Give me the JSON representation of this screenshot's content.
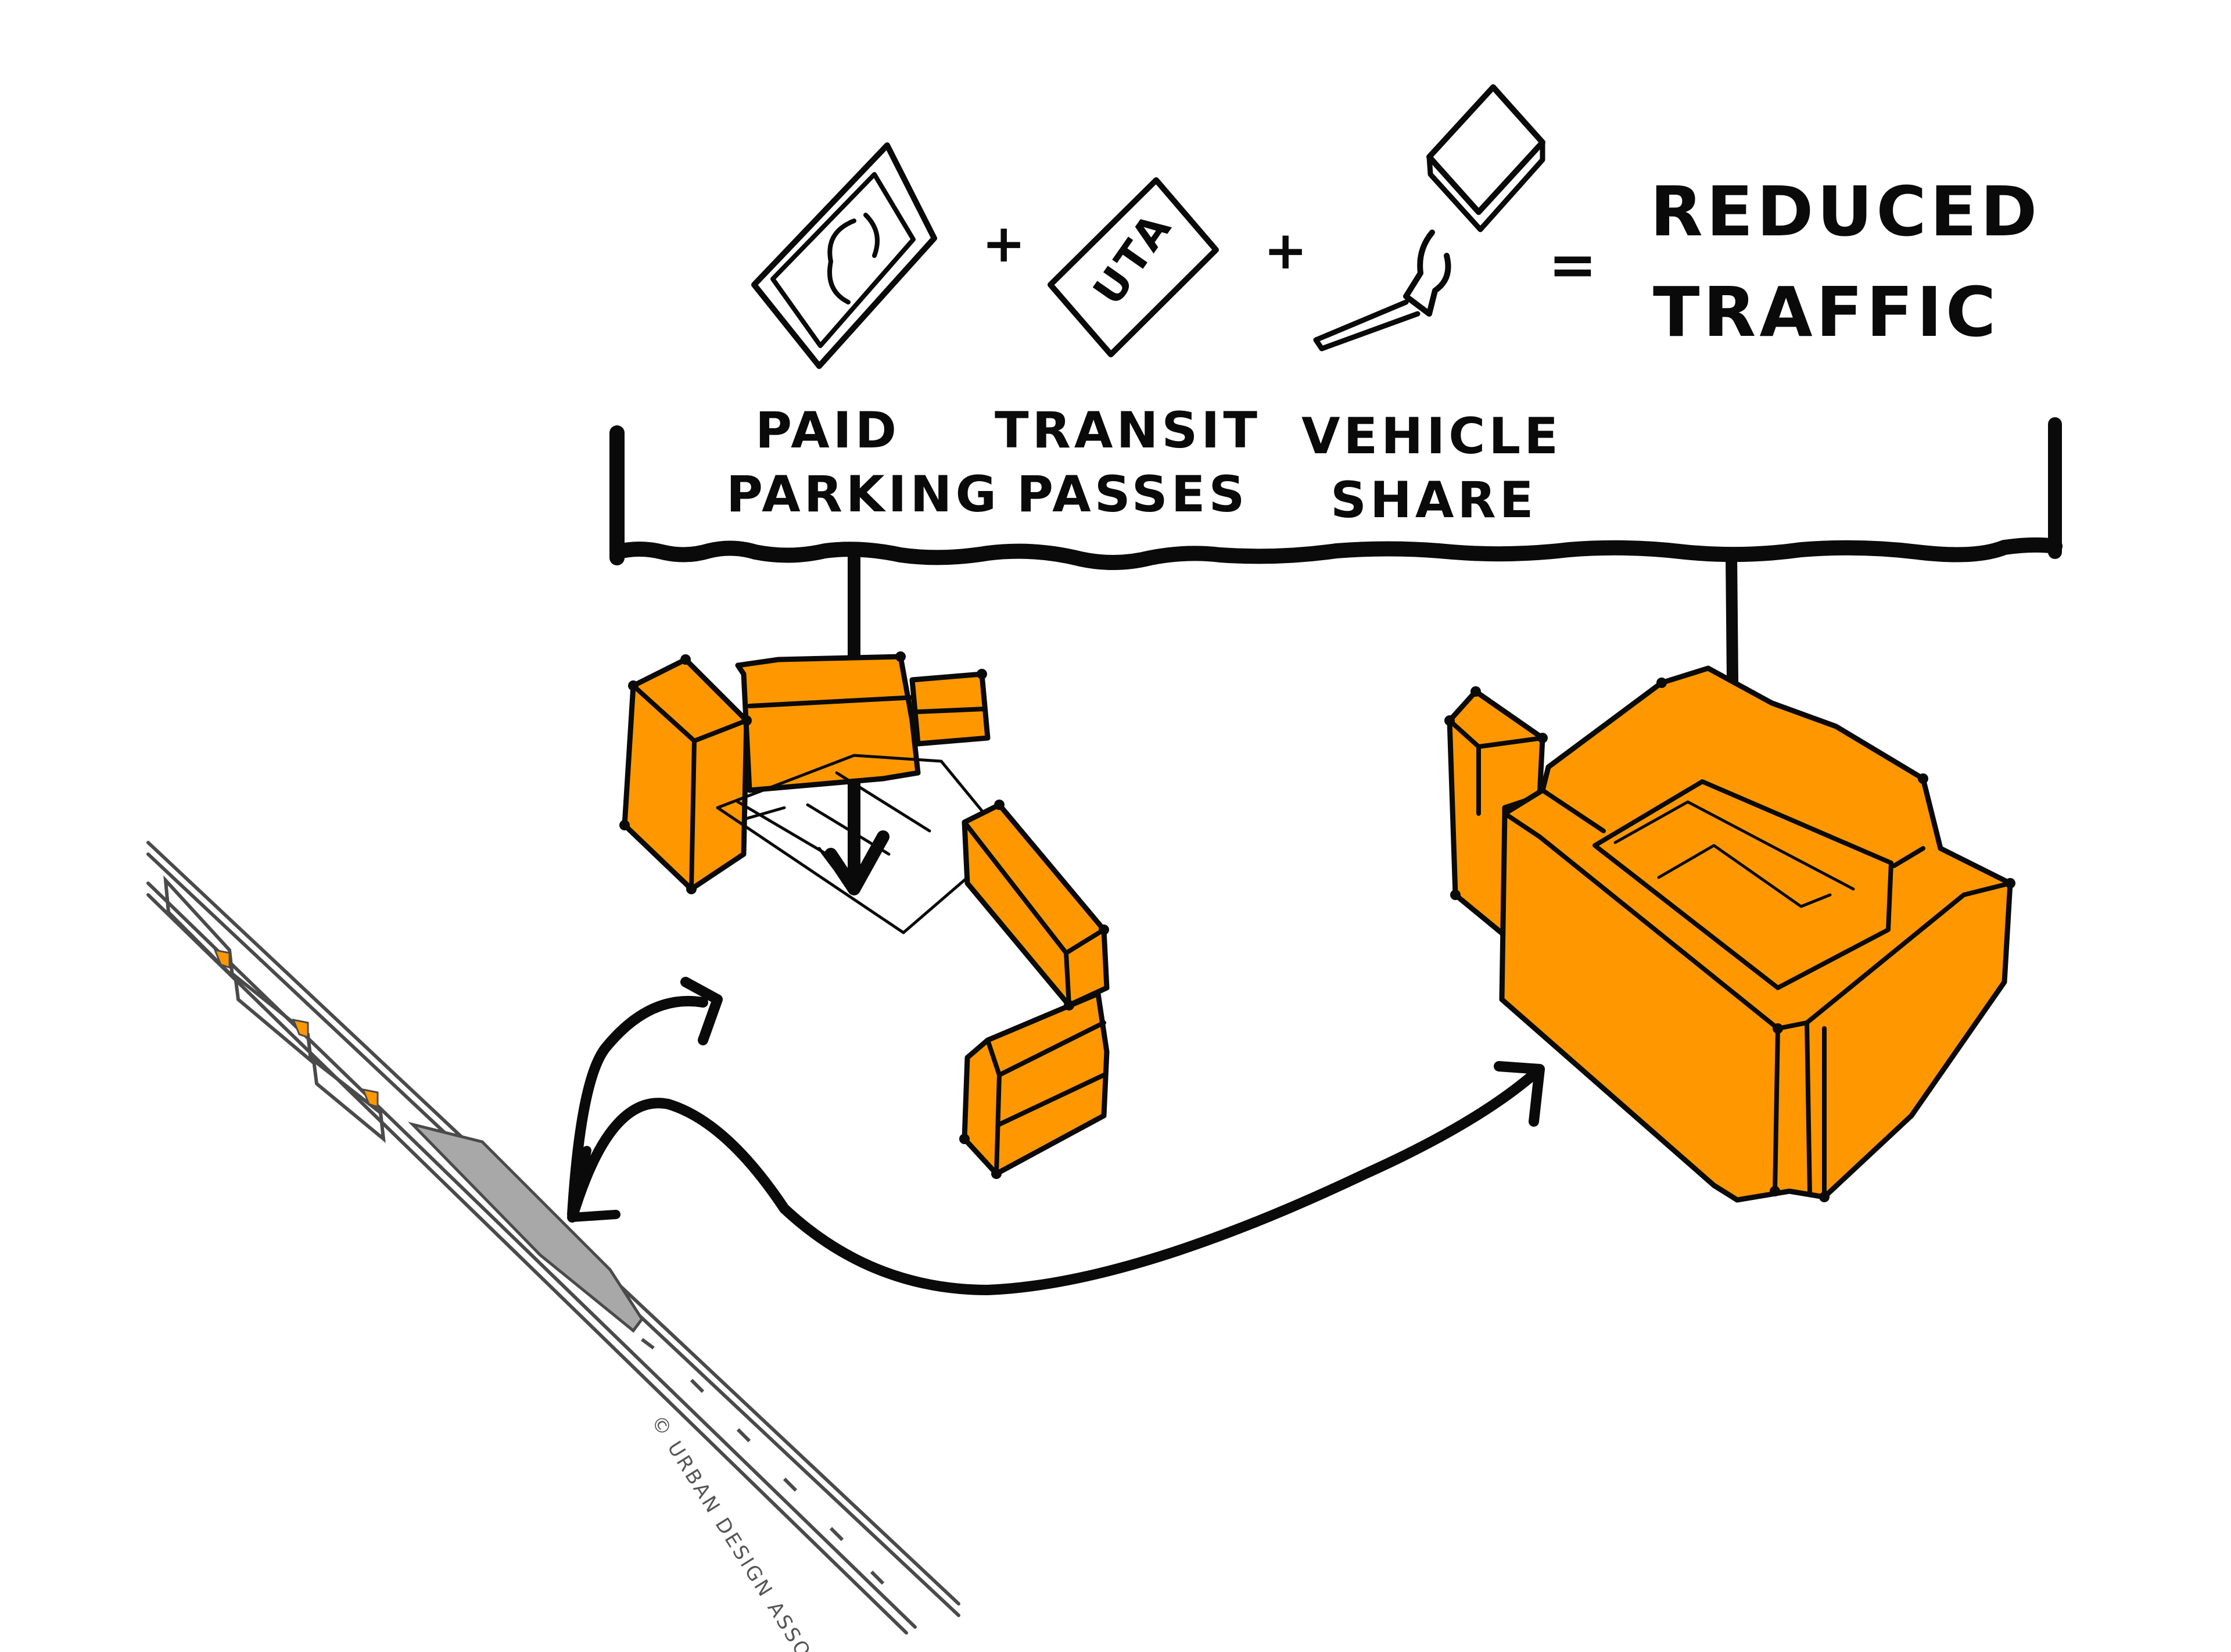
{
  "equation": {
    "terms": [
      {
        "icon": "money-bill-icon",
        "label_line1": "PAID",
        "label_line2": "PARKING"
      },
      {
        "icon": "transit-pass-icon",
        "icon_text": "UTA",
        "label_line1": "TRANSIT",
        "label_line2": "PASSES"
      },
      {
        "icon": "car-key-icon",
        "label_line1": "VEHICLE",
        "label_line2": "SHARE"
      }
    ],
    "operators": [
      "+",
      "+",
      "="
    ],
    "result_line1": "REDUCED",
    "result_line2": "TRAFFIC"
  },
  "scene": {
    "buildings_left": "surface-parking-cluster",
    "buildings_right": "structured-parking-courtyard-building",
    "transit_line": "rail-corridor-with-station"
  },
  "credit": "© URBAN DESIGN ASSOCIATES",
  "colors": {
    "building_fill": "#FF9800",
    "ink": "#0a0a0a",
    "station_platform": "#a8a8a8",
    "rail": "#4a4a4a",
    "background": "#ffffff"
  }
}
